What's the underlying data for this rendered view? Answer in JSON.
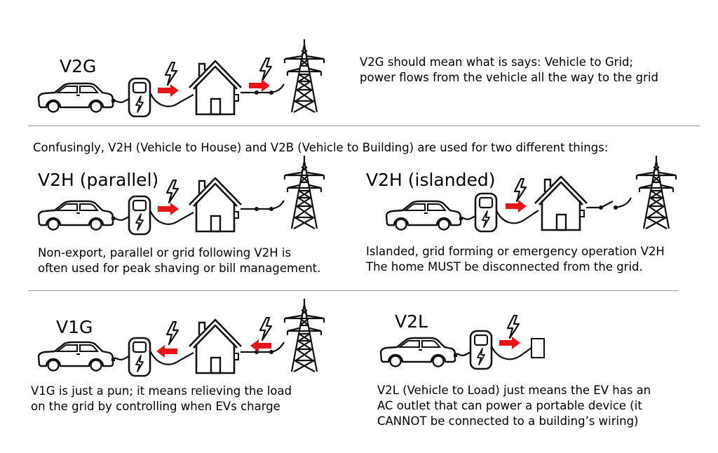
{
  "colors": {
    "arrow": "#e8141b",
    "line": "#111111",
    "divider": "#9a9a9a"
  },
  "v2g": {
    "title": "V2G",
    "desc": [
      "V2G should mean what is says: Vehicle to Grid;",
      "power flows from the vehicle all the way to the grid"
    ]
  },
  "intro": "Confusingly, V2H (Vehicle to House) and V2B (Vehicle to Building) are used for two different things:",
  "v2h_parallel": {
    "title": "V2H (parallel)",
    "desc": [
      "Non-export, parallel or grid following V2H is",
      "often used for peak shaving or bill management."
    ]
  },
  "v2h_islanded": {
    "title": "V2H (islanded)",
    "desc": [
      "Islanded, grid forming or emergency operation V2H",
      "The home MUST be disconnected from the grid."
    ]
  },
  "v1g": {
    "title": "V1G",
    "desc": [
      "V1G is just a pun; it means relieving the load",
      "on the grid by controlling when EVs charge"
    ]
  },
  "v2l": {
    "title": "V2L",
    "desc": [
      "V2L (Vehicle to Load) just means the EV has an",
      "AC outlet that can power a portable device (it",
      "CANNOT be connected to a building’s wiring)"
    ]
  }
}
